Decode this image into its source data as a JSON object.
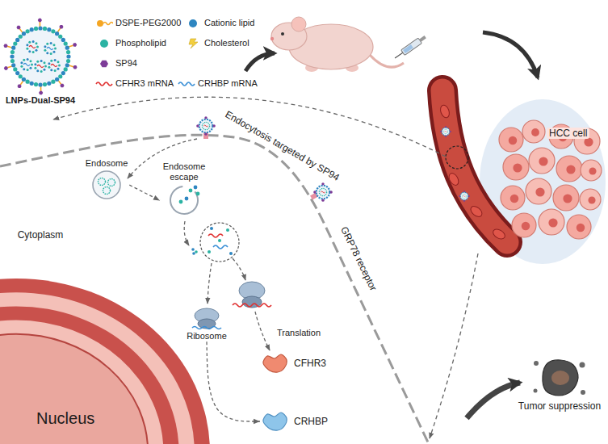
{
  "diagram": {
    "nodes": [
      {
        "text": [
          "LNPs-Dual-SP94"
        ]
      },
      {
        "text": [
          "HCC cell"
        ]
      },
      {
        "text": [
          "Endosome"
        ]
      },
      {
        "text": [
          "Endosome escape"
        ]
      },
      {
        "text": [
          "Ribosome"
        ]
      },
      {
        "text": [
          "CFHR3"
        ]
      },
      {
        "text": [
          "CRHBP"
        ]
      },
      {
        "text": [
          "Nucleus"
        ]
      },
      {
        "text": [
          "Tumor suppression"
        ]
      }
    ],
    "edges": [
      {
        "from": 2,
        "to": 3,
        "arrow": "to"
      },
      {
        "from": 4,
        "to": 6,
        "arrow": "to"
      }
    ],
    "labels": [
      "Endocytosis targeted by SP94",
      "GRP78 receptor",
      "Cytoplasm",
      "Translation"
    ],
    "legend": [
      {
        "text": "DSPE-PEG2000"
      },
      {
        "text": "Cationic lipid"
      },
      {
        "text": "Phospholipid"
      },
      {
        "text": "Cholesterol"
      },
      {
        "text": "SP94"
      },
      {
        "text": "CFHR3 mRNA"
      },
      {
        "text": "CRHBP mRNA"
      }
    ]
  }
}
